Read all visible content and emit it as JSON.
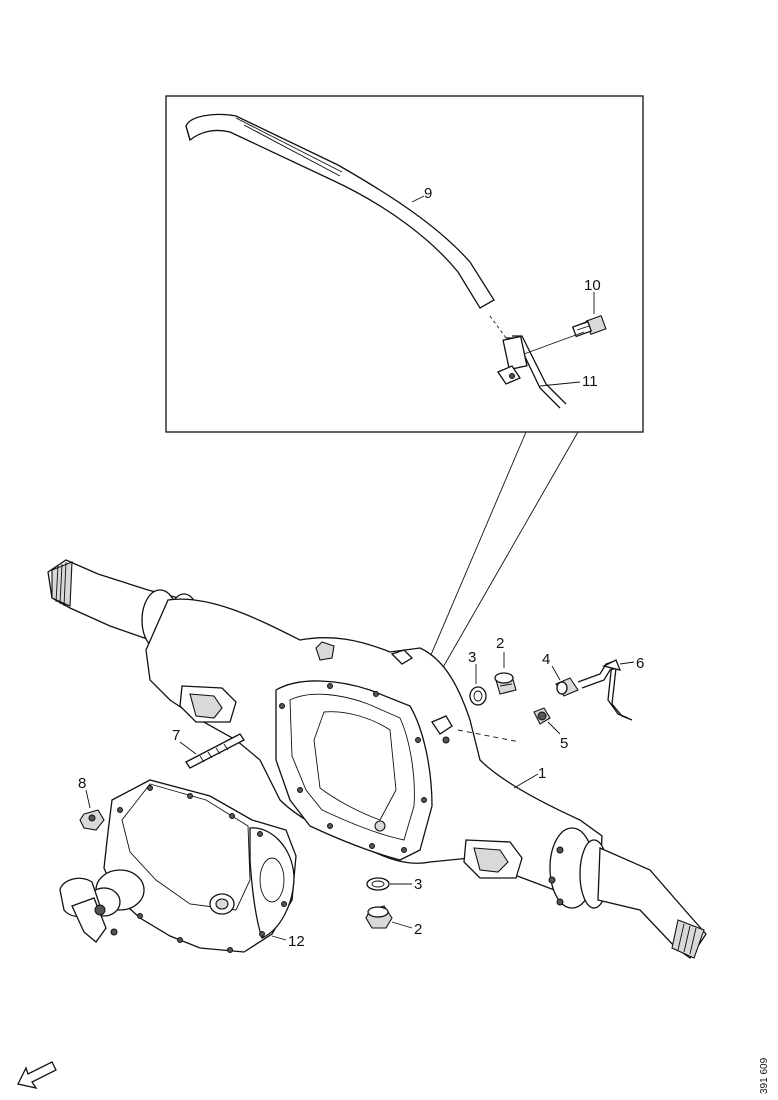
{
  "callouts": [
    {
      "id": "c1",
      "text": "1"
    },
    {
      "id": "c2a",
      "text": "2"
    },
    {
      "id": "c2b",
      "text": "2"
    },
    {
      "id": "c3a",
      "text": "3"
    },
    {
      "id": "c3b",
      "text": "3"
    },
    {
      "id": "c4",
      "text": "4"
    },
    {
      "id": "c5",
      "text": "5"
    },
    {
      "id": "c6",
      "text": "6"
    },
    {
      "id": "c7",
      "text": "7"
    },
    {
      "id": "c8",
      "text": "8"
    },
    {
      "id": "c9",
      "text": "9"
    },
    {
      "id": "c10",
      "text": "10"
    },
    {
      "id": "c11",
      "text": "11"
    },
    {
      "id": "c12",
      "text": "12"
    }
  ],
  "reference_number": "391 609",
  "icons": {
    "direction_arrow": "front-direction-arrow-icon"
  }
}
